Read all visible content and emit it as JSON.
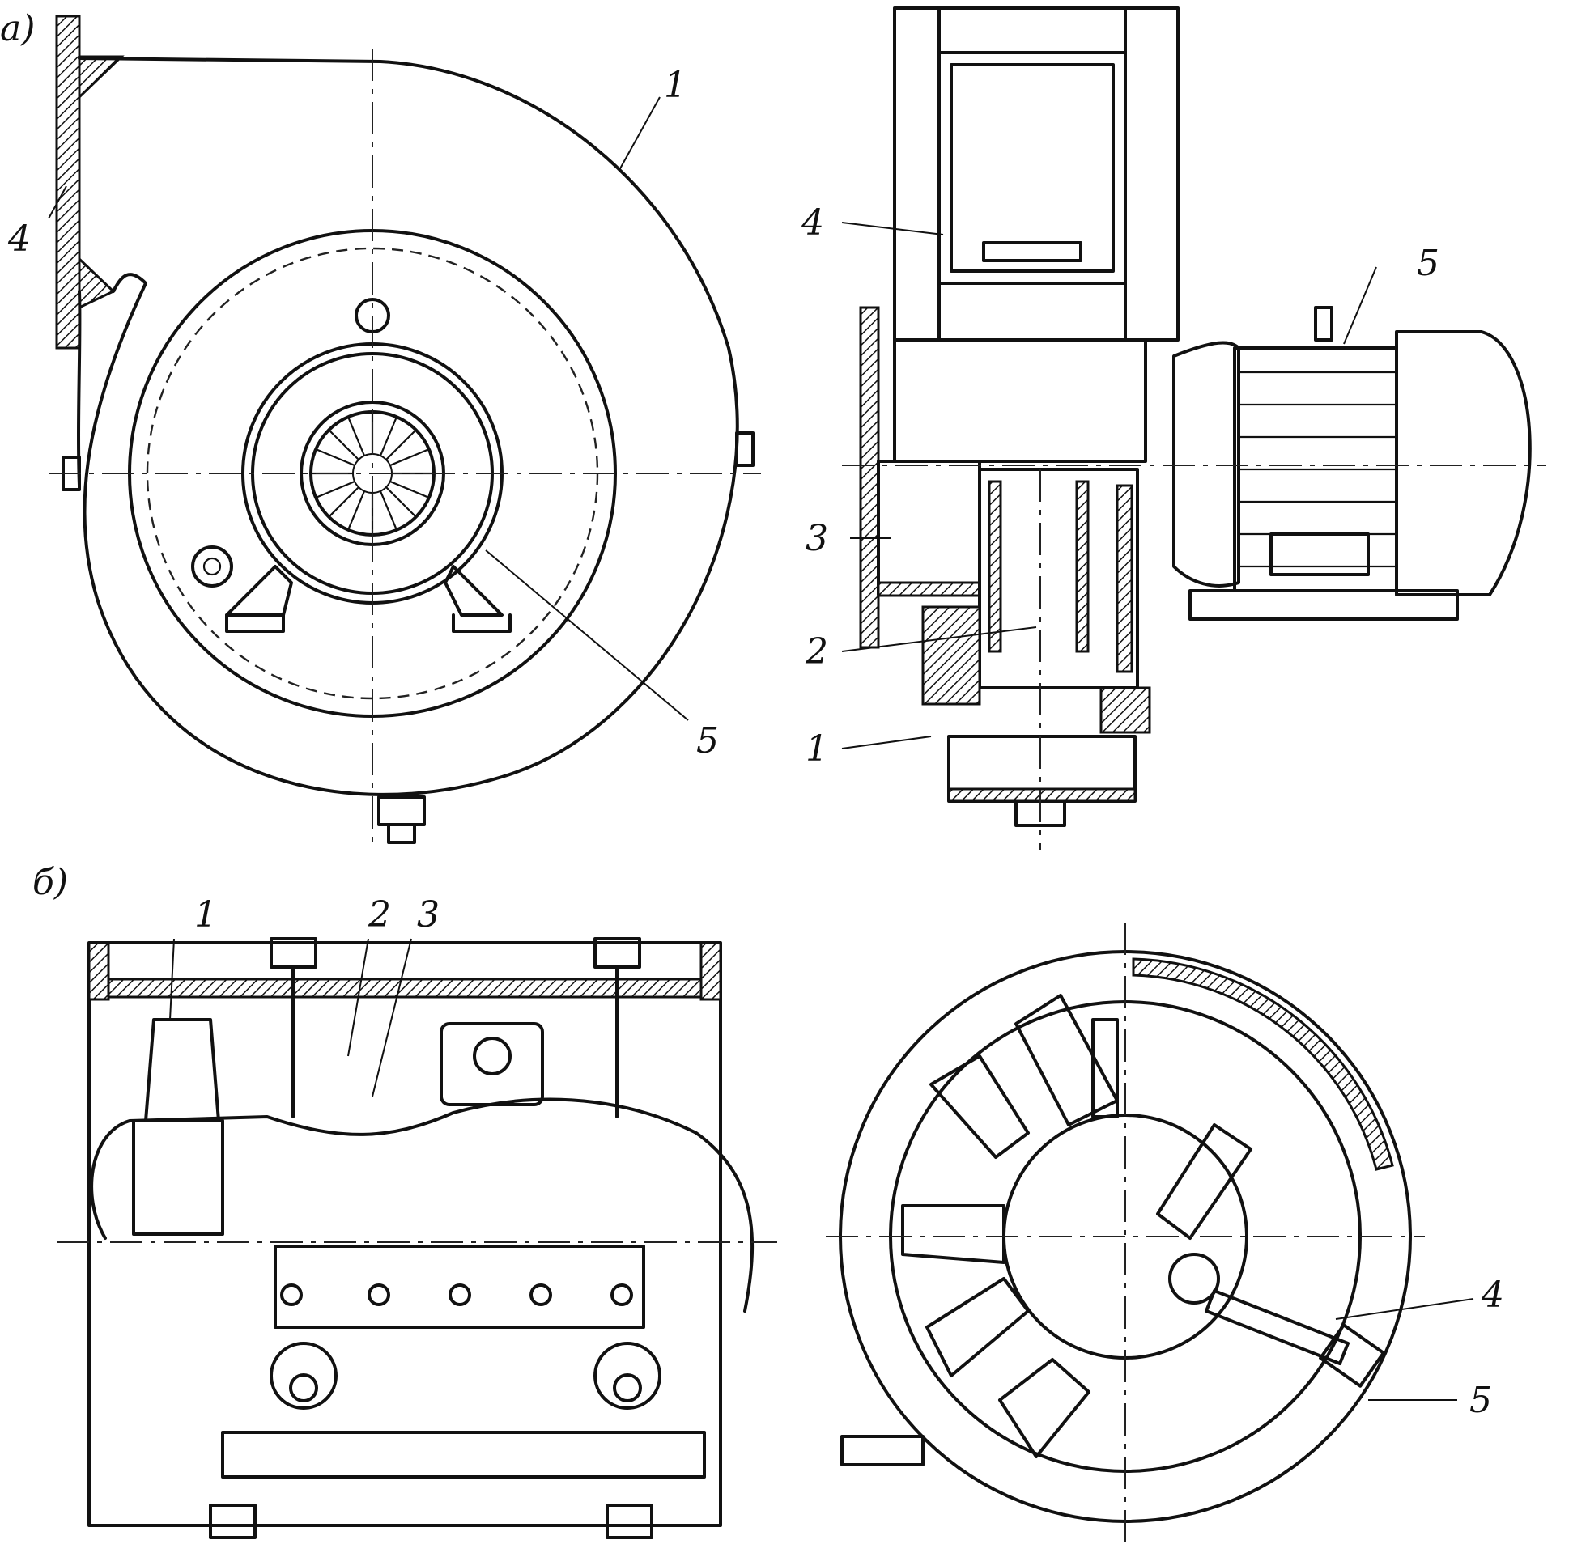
{
  "figure": {
    "panels": [
      {
        "id": "a",
        "label": "a)"
      },
      {
        "id": "b",
        "label": "б)"
      }
    ],
    "callouts": {
      "a_front": [
        "1",
        "4",
        "5"
      ],
      "a_side": [
        "4",
        "5",
        "3",
        "2",
        "1"
      ],
      "b_front": [
        "1",
        "2",
        "3"
      ],
      "b_side": [
        "4",
        "5"
      ]
    }
  }
}
